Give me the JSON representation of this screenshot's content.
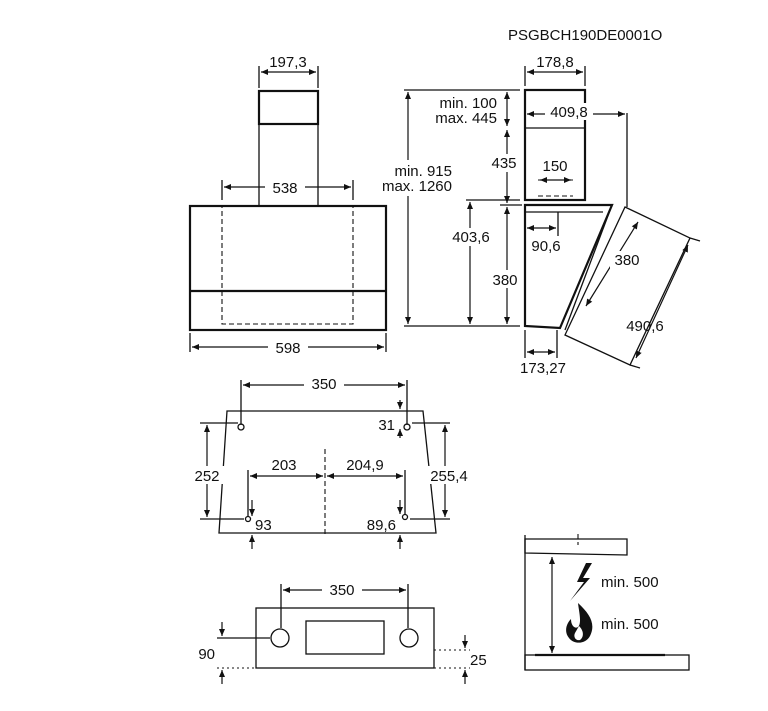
{
  "title": "PSGBCH190DE0001O",
  "front_view": {
    "chimney_width": "197,3",
    "inner_width": "538",
    "total_width": "598"
  },
  "side_view": {
    "chimney_depth": "178,8",
    "chimney_min": "min. 100",
    "chimney_max": "max. 445",
    "hood_offset": "409,8",
    "height_435": "435",
    "outlet_150": "150",
    "total_min": "min. 915",
    "total_max": "max. 1260",
    "height_403": "403,6",
    "outlet_offset": "90,6",
    "glass_height": "380",
    "panel_height": "380",
    "panel_length": "490,6",
    "bottom_depth": "173,27"
  },
  "bracket_view": {
    "top_span": "350",
    "hole_top": "31",
    "left_height": "252",
    "left_offset": "203",
    "right_offset": "204,9",
    "right_height": "255,4",
    "bottom_left": "93",
    "bottom_right": "89,6"
  },
  "bottom_view": {
    "span": "350",
    "left_depth": "90",
    "right_depth": "25"
  },
  "clearance": {
    "electric": "min. 500",
    "gas": "min. 500"
  }
}
